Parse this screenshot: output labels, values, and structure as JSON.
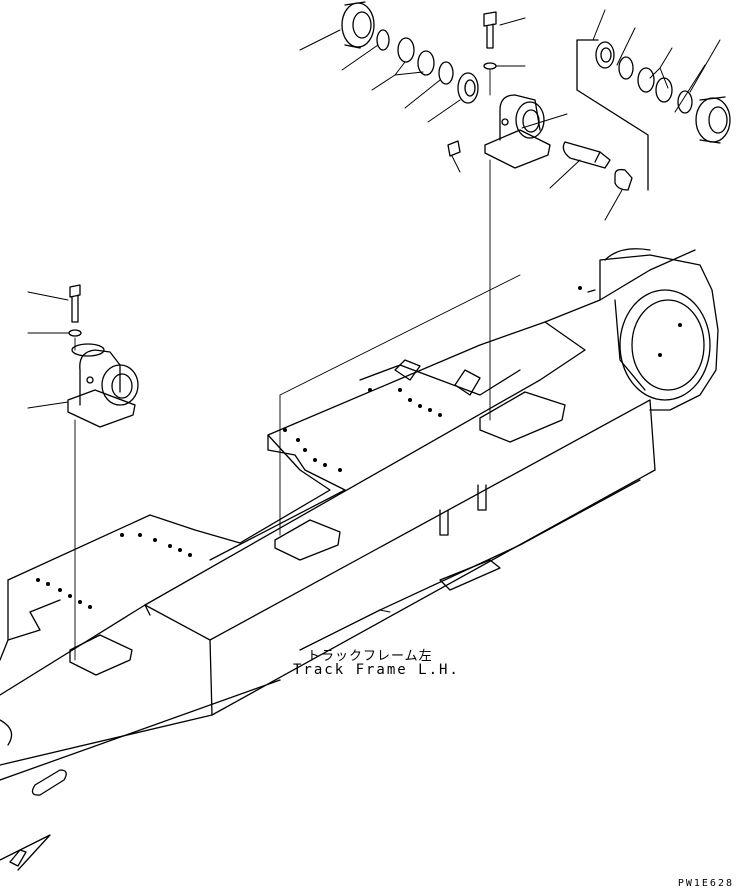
{
  "caption": {
    "japanese": "トラックフレーム左",
    "english": "Track Frame L.H."
  },
  "drawing_number": "PW1E628",
  "colors": {
    "line": "#000000",
    "background": "#ffffff"
  }
}
